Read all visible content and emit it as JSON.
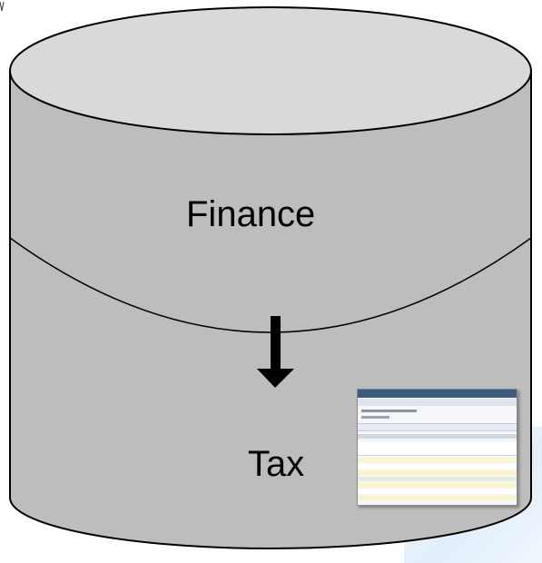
{
  "diagram": {
    "cylinder_top_label": "Finance",
    "cylinder_bottom_label": "Tax",
    "colors": {
      "cylinder_body": "#bdbdbd",
      "cylinder_top": "#d9d9d9",
      "outline": "#000000",
      "arrow": "#000000"
    },
    "thumbnail": {
      "icon": "screenshot-thumbnail",
      "description_color": "#f4f6f9"
    }
  }
}
